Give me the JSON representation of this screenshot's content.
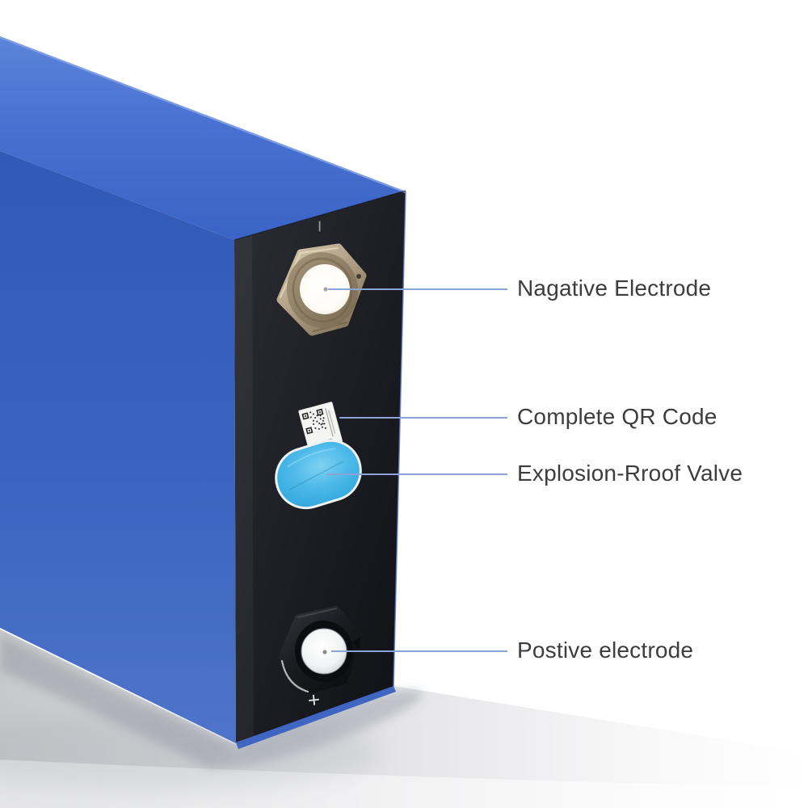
{
  "colors": {
    "background": "#ffffff",
    "floor_gray": "#d9dadc",
    "body_blue": "#3a63c0",
    "body_blue_top": "#4e77d2",
    "face_black": "#1c1d23",
    "valve_cyan": "#42b3e6",
    "terminal_tan": "#b3a287",
    "terminal_silver": "#e8e9eb",
    "callout_line": "#8ba3d6",
    "label_text": "#3d3d3d"
  },
  "callouts": [
    {
      "id": "negative-electrode",
      "label": "Nagative Electrode"
    },
    {
      "id": "qr-code",
      "label": "Complete QR Code"
    },
    {
      "id": "vent-valve",
      "label": "Explosion-Rroof Valve"
    },
    {
      "id": "positive-electrode",
      "label": "Postive electrode"
    }
  ],
  "terminal_marks": {
    "negative": "−",
    "positive": "+"
  }
}
